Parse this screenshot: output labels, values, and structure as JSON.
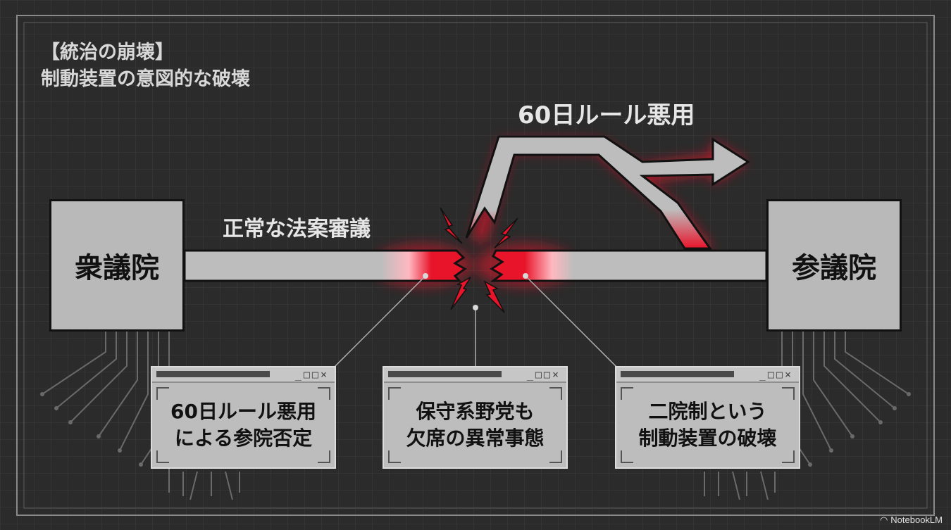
{
  "title": {
    "line1": "【統治の崩壊】",
    "line2": "制動装置の意図的な破壊"
  },
  "chambers": {
    "left": "衆議院",
    "right": "参議院"
  },
  "flows": {
    "normal": "正常な法案審議",
    "abuse": "60日ルール悪用"
  },
  "callouts": [
    {
      "line1": "60日ルール悪用",
      "line2": "による参院否定"
    },
    {
      "line1": "保守系野党も",
      "line2": "欠席の異常事態"
    },
    {
      "line1": "二院制という",
      "line2": "制動装置の破壊"
    }
  ],
  "window_controls": "_□□×",
  "brand": "NotebookLM",
  "colors": {
    "background": "#2b2b2b",
    "grid": "#3a3a3a",
    "chamber_fill": "#b9b9b9",
    "break_red": "#e8142a",
    "text_light": "#e6e6e6"
  }
}
